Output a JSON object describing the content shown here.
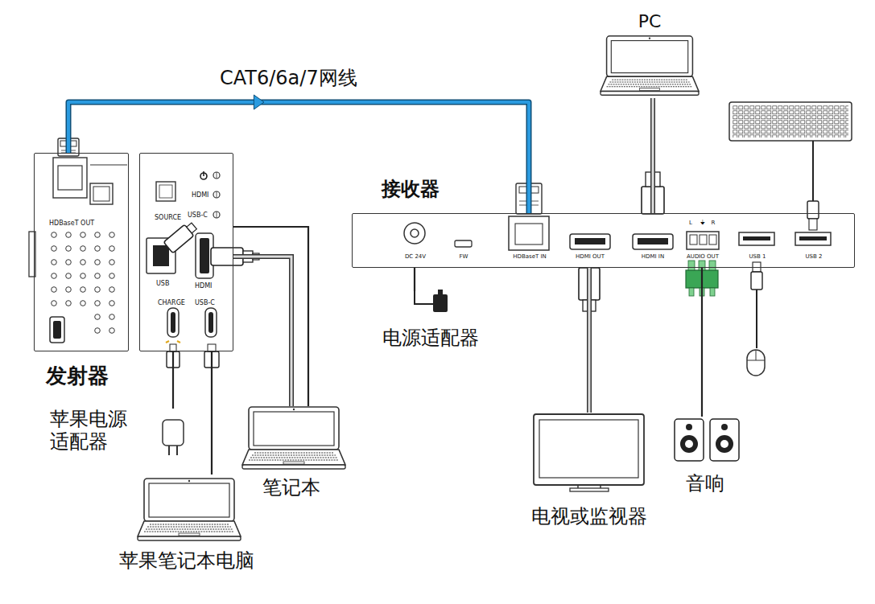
{
  "diagram": {
    "nodes": [
      {
        "text": [
          "发射器",
          "HDBaseT OUT"
        ]
      },
      {
        "text": [
          "SOURCE",
          "HDMI",
          "USB-C",
          "USB",
          "HDMI",
          "CHARGE",
          "USB-C"
        ]
      },
      {
        "text": [
          "接收器",
          "DC 24V",
          "FW",
          "HDBaseT IN",
          "HDMI OUT",
          "HDMI IN",
          "L",
          "⏚",
          "R",
          "AUDIO OUT",
          "USB 1",
          "USB 2"
        ]
      },
      {
        "text": [
          "PC"
        ]
      },
      {
        "text": [
          "电源适配器"
        ]
      },
      {
        "text": [
          "苹果电源 适配器"
        ]
      },
      {
        "text": [
          "笔记本"
        ]
      },
      {
        "text": [
          "苹果笔记本电脑"
        ]
      },
      {
        "text": [
          "电视或监视器"
        ]
      },
      {
        "text": [
          "音响"
        ]
      }
    ],
    "edges": [
      {
        "from": 0,
        "to": 2,
        "label": "CAT6/6a/7网线",
        "arrow": "to"
      },
      {
        "from": 3,
        "to": 2,
        "arrow": "none"
      },
      {
        "from": 2,
        "to": 4,
        "arrow": "none"
      },
      {
        "from": 2,
        "to": 8,
        "arrow": "none"
      },
      {
        "from": 2,
        "to": 9,
        "arrow": "none"
      },
      {
        "from": 1,
        "to": 5,
        "arrow": "none"
      },
      {
        "from": 1,
        "to": 7,
        "arrow": "none"
      },
      {
        "from": 1,
        "to": 6,
        "arrow": "none"
      },
      {
        "from": 1,
        "to": 6,
        "arrow": "none"
      }
    ]
  }
}
